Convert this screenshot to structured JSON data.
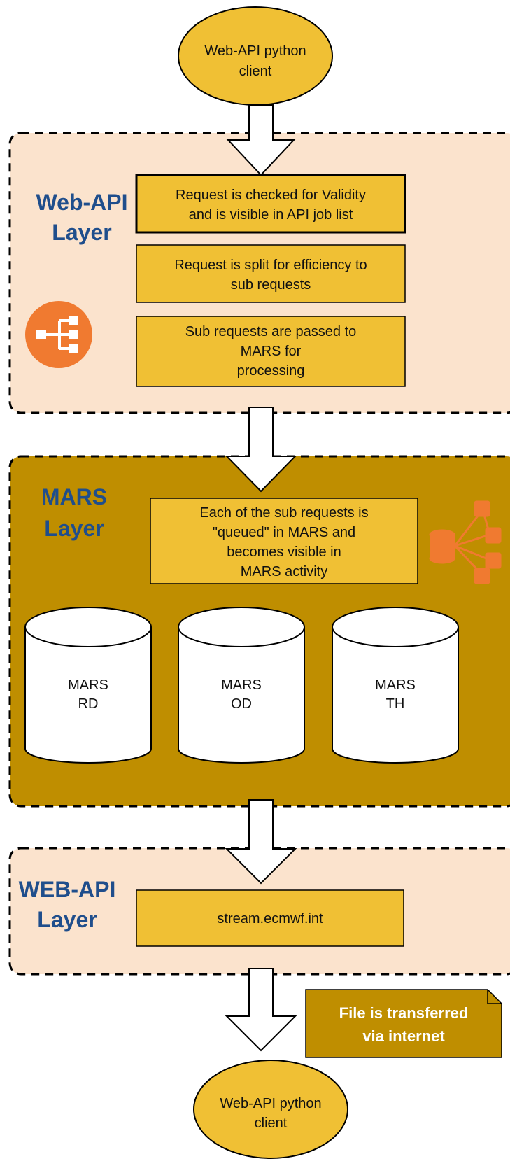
{
  "colors": {
    "ellipse_fill": "#f0c034",
    "box_fill": "#f0c034",
    "web_layer_bg": "#fbe3cd",
    "mars_layer_bg": "#bf8e00",
    "layer_title": "#1f4e8c",
    "icon_orange": "#f07a30",
    "note_fill": "#bf8e00"
  },
  "top_client": {
    "line1": "Web-API python",
    "line2": "client"
  },
  "web_api_layer": {
    "title_line1": "Web-API",
    "title_line2": "Layer",
    "icon": "share-network-icon",
    "steps": [
      {
        "line1": "Request is checked for Validity",
        "line2": "and is visible in API job list"
      },
      {
        "line1": "Request is split for efficiency to",
        "line2": "sub requests"
      },
      {
        "line1": "Sub requests are passed to",
        "line2": "MARS for",
        "line3": "processing"
      }
    ]
  },
  "mars_layer": {
    "title_line1": "MARS",
    "title_line2": "Layer",
    "icon": "database-network-icon",
    "queue_box": {
      "line1": "Each of the sub requests is",
      "line2": "\"queued\" in MARS and",
      "line3": "becomes visible in",
      "line4": "MARS activity"
    },
    "databases": [
      {
        "line1": "MARS",
        "line2": "RD"
      },
      {
        "line1": "MARS",
        "line2": "OD"
      },
      {
        "line1": "MARS",
        "line2": "TH"
      }
    ]
  },
  "web_api_layer_2": {
    "title_line1": "WEB-API",
    "title_line2": "Layer",
    "box": "stream.ecmwf.int"
  },
  "transfer_note": {
    "line1": "File is transferred",
    "line2": "via internet"
  },
  "bottom_client": {
    "line1": "Web-API python",
    "line2": "client"
  }
}
